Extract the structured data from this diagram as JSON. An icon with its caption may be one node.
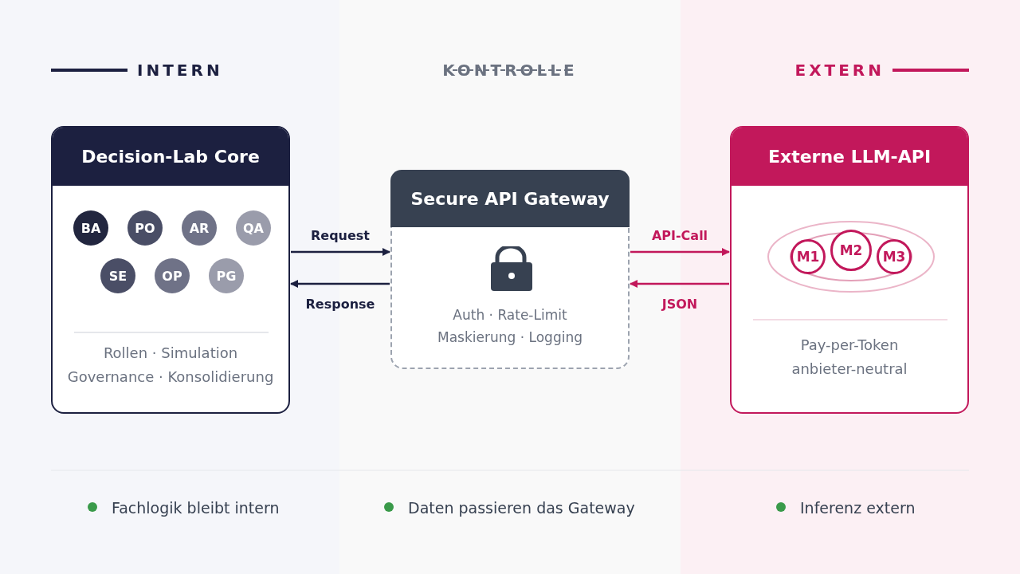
{
  "diagram": {
    "nodes": [
      {
        "text": [
          "Decision-Lab Core",
          "Rollen · Simulation Governance · Konsolidierung"
        ]
      },
      {
        "text": [
          "BA"
        ],
        "in": 0
      },
      {
        "text": [
          "PO"
        ],
        "in": 0
      },
      {
        "text": [
          "AR"
        ],
        "in": 0
      },
      {
        "text": [
          "QA"
        ],
        "in": 0
      },
      {
        "text": [
          "SE"
        ],
        "in": 0
      },
      {
        "text": [
          "OP"
        ],
        "in": 0
      },
      {
        "text": [
          "PG"
        ],
        "in": 0
      },
      {
        "text": [
          "Secure API Gateway",
          "Auth · Rate-Limit Maskierung · Logging"
        ]
      },
      {
        "text": [
          "Externe LLM-API",
          "Pay-per-Token anbieter-neutral"
        ]
      },
      {
        "text": [
          "M1"
        ],
        "in": 9
      },
      {
        "text": [
          "M2"
        ],
        "in": 9
      },
      {
        "text": [
          "M3"
        ],
        "in": 9
      }
    ],
    "edges": [
      {
        "from": 0,
        "to": 8,
        "arrow": "to",
        "label": "Request",
        "color": "#1c2040"
      },
      {
        "from": 8,
        "to": 0,
        "arrow": "to",
        "label": "Response",
        "color": "#1c2040"
      },
      {
        "from": 8,
        "to": 9,
        "arrow": "to",
        "label": "API-Call",
        "color": "#c2185b"
      },
      {
        "from": 9,
        "to": 8,
        "arrow": "to",
        "label": "JSON",
        "color": "#c2185b"
      }
    ],
    "labels": [
      "INTERN",
      "KONTROLLE",
      "EXTERN",
      "Fachlogik bleibt intern",
      "Daten passieren das Gateway",
      "Inferenz extern"
    ]
  }
}
